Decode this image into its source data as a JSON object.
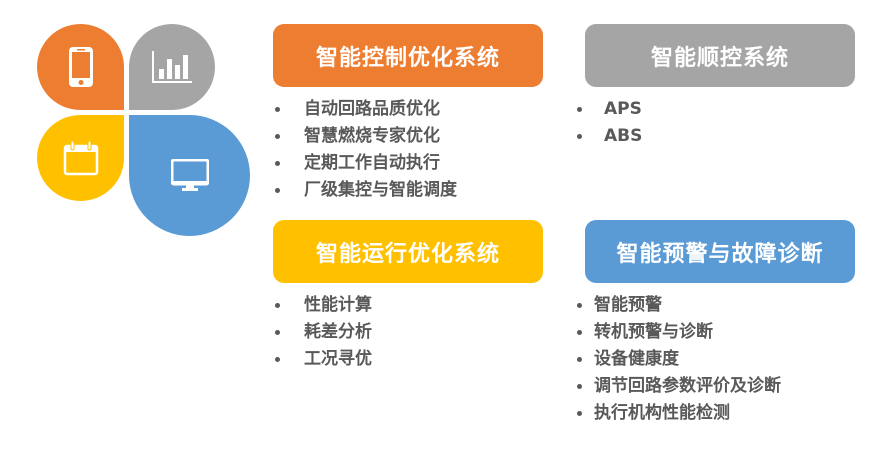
{
  "colors": {
    "orange": "#ED7D31",
    "gray": "#A5A5A5",
    "yellow": "#FFC000",
    "blue": "#5B9BD5",
    "text": "#595959"
  },
  "petals": [
    {
      "color": "orange",
      "icon": "smartphone-icon"
    },
    {
      "color": "gray",
      "icon": "bar-chart-icon"
    },
    {
      "color": "yellow",
      "icon": "calendar-icon"
    },
    {
      "color": "blue",
      "icon": "monitor-icon"
    }
  ],
  "sections": [
    {
      "title": "智能控制优化系统",
      "color": "orange",
      "items": [
        "自动回路品质优化",
        "智慧燃烧专家优化",
        "定期工作自动执行",
        "厂级集控与智能调度"
      ]
    },
    {
      "title": "智能顺控系统",
      "color": "gray",
      "items": [
        "APS",
        "ABS"
      ]
    },
    {
      "title": "智能运行优化系统",
      "color": "yellow",
      "items": [
        "性能计算",
        "耗差分析",
        "工况寻优"
      ]
    },
    {
      "title": "智能预警与故障诊断",
      "color": "blue",
      "items": [
        "智能预警",
        "转机预警与诊断",
        "设备健康度",
        "调节回路参数评价及诊断",
        "执行机构性能检测"
      ]
    }
  ]
}
